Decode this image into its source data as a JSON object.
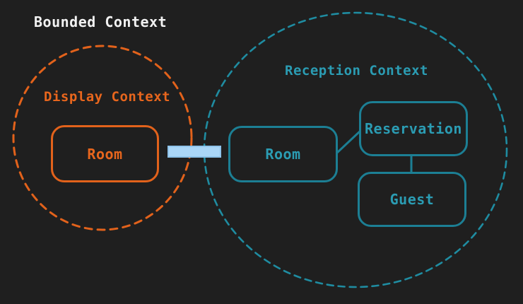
{
  "title": "Bounded Context",
  "contexts": {
    "display": {
      "label": "Display Context",
      "nodes": {
        "room": {
          "label": "Room"
        }
      }
    },
    "reception": {
      "label": "Reception Context",
      "nodes": {
        "room": {
          "label": "Room"
        },
        "reservation": {
          "label": "Reservation"
        },
        "guest": {
          "label": "Guest"
        }
      }
    }
  },
  "edges": {
    "room_to_reservation": "line",
    "reservation_to_guest": "line",
    "context_bridge": "shared-room-connector"
  },
  "colors": {
    "background": "#1f1f1f",
    "title_text": "#f2f2f2",
    "display_orange": "#e2621b",
    "display_orange_text": "#e8661d",
    "reception_teal_border": "#1c7f94",
    "reception_teal_text": "#2b9cb3",
    "reception_teal_dash": "#1f8ca1",
    "connector_fill": "#aad6f7",
    "connector_border": "#8fc3ea"
  }
}
